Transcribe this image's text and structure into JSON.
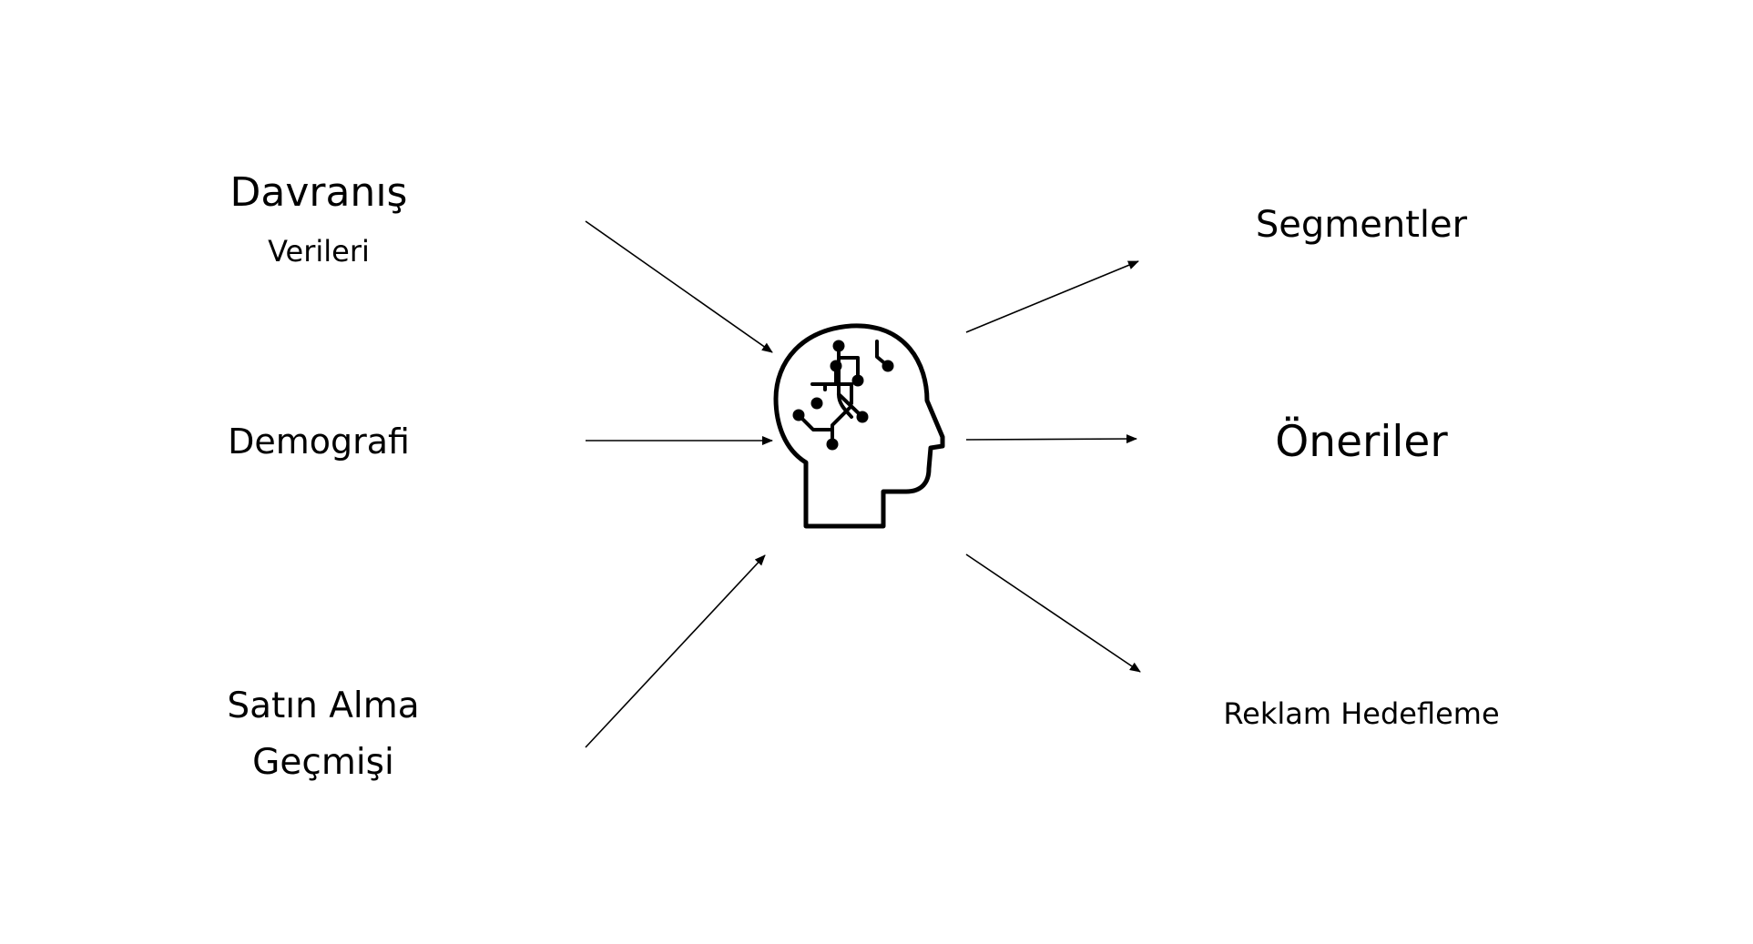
{
  "inputs": {
    "behavior_line1": "Davranış",
    "behavior_line2": "Verileri",
    "demographics": "Demografi",
    "purchase_line1": "Satın Alma",
    "purchase_line2": "Geçmişi"
  },
  "outputs": {
    "segments": "Segmentler",
    "recommendations": "Öneriler",
    "ad_targeting": "Reklam Hedefleme"
  },
  "center": {
    "icon": "ai-brain-head-icon"
  },
  "colors": {
    "background": "#ffffff",
    "stroke": "#000000"
  }
}
